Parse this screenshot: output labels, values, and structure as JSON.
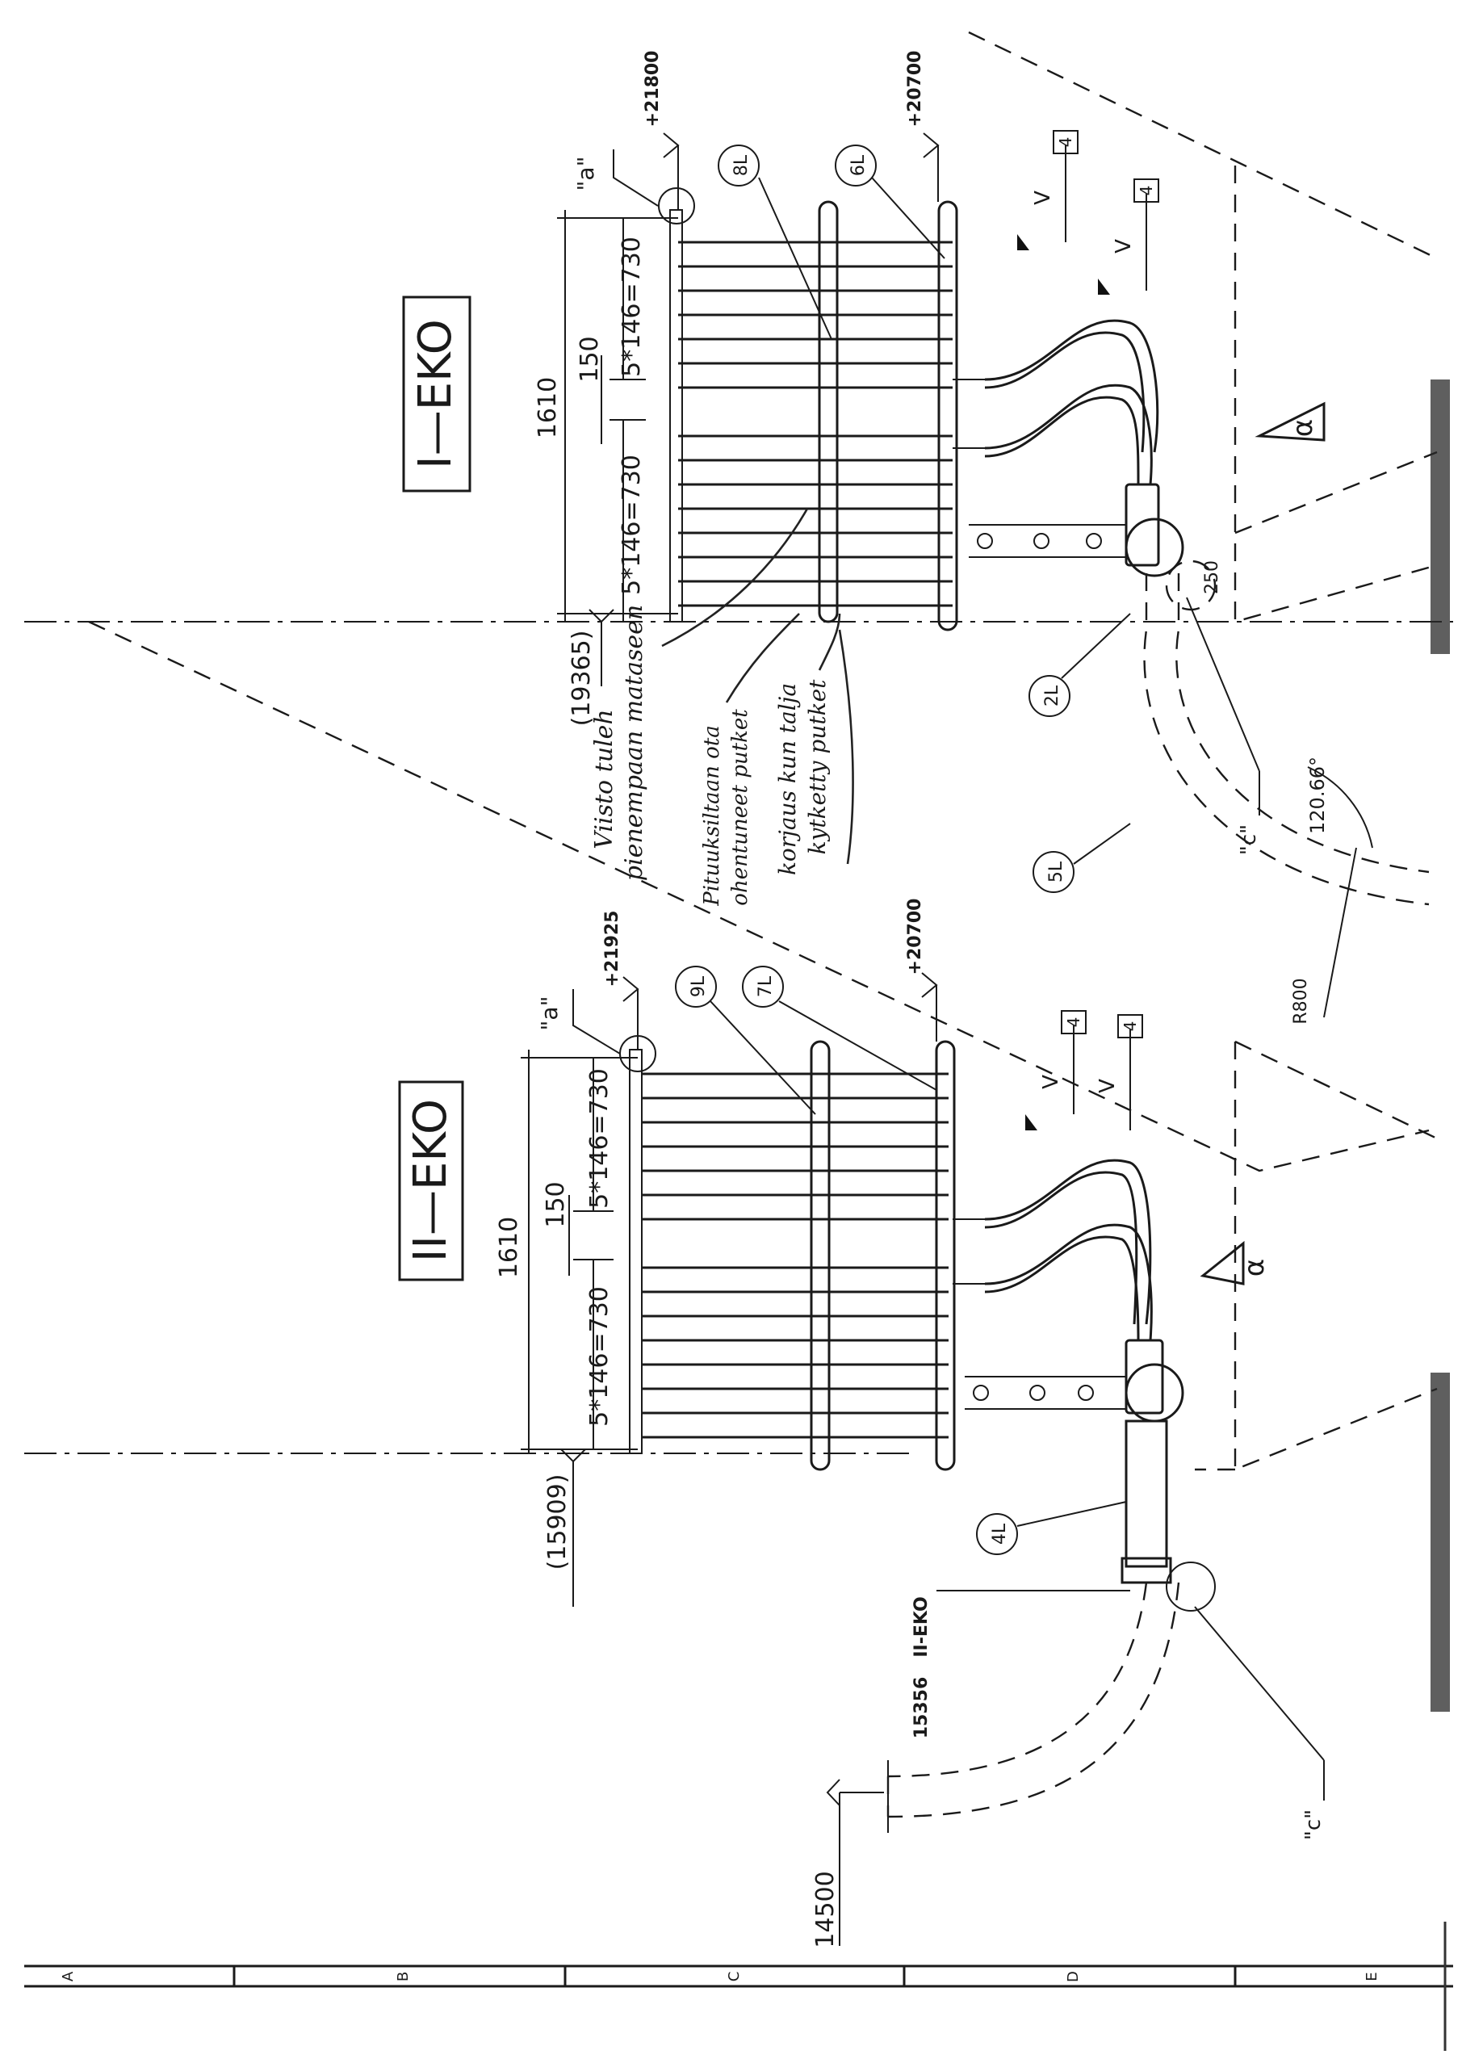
{
  "sections": {
    "upper": {
      "title": "I—EKO",
      "dim_total": "1610",
      "dim_left": "5*146=730",
      "dim_mid": "150",
      "dim_right": "5*146=730",
      "elev_top": "+21800",
      "elev_bottom": "+20700",
      "ref_elev": "(19365)",
      "detail_mark": "\"a\"",
      "detail_c_mark": "\"c\"",
      "parts": {
        "p8": "8L",
        "p6": "6L",
        "p2": "2L",
        "p5": "5L"
      },
      "clearance": "250",
      "angle": "120.66°",
      "radius": "R800",
      "slope_symbol": "α",
      "weld_marks": [
        "V",
        "V"
      ],
      "weld_sizes": [
        "4",
        "4"
      ]
    },
    "lower": {
      "title": "II—EKO",
      "dim_total": "1610",
      "dim_left": "5*146=730",
      "dim_mid": "150",
      "dim_right": "5*146=730",
      "elev_top": "+21925",
      "elev_bottom": "+20700",
      "ref_elev": "(15909)",
      "detail_mark": "\"a\"",
      "detail_c_mark": "\"c\"",
      "parts": {
        "p9": "9L",
        "p7": "7L",
        "p4": "4L"
      },
      "inlet_elev": "15356",
      "inlet_tag": "II-EKO",
      "bottom_elev": "14500",
      "slope_symbol": "α",
      "weld_marks": [
        "V",
        "V"
      ],
      "weld_sizes": [
        "4",
        "4"
      ]
    }
  },
  "annotations": {
    "note1_line1": "Viisto tuleh",
    "note1_line2": "pienempaan mataseen",
    "note2_line1": "Pituuksiltaan ota",
    "note2_line2": "ohentuneet putket",
    "note3_line1": "korjaus kun talja",
    "note3_line2": "kytketty putket"
  },
  "frame": {
    "zones": [
      "A",
      "B",
      "C",
      "D",
      "E"
    ]
  }
}
